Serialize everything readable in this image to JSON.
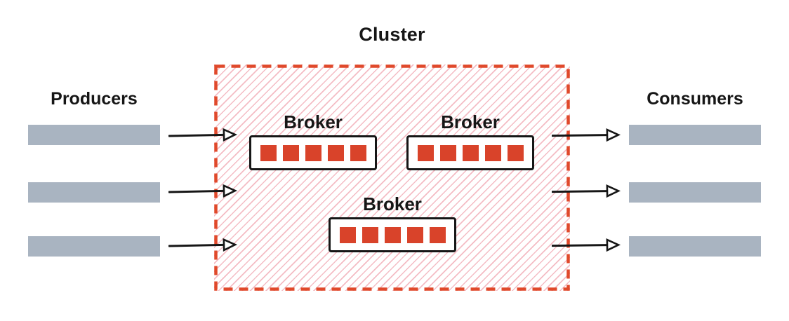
{
  "diagram": {
    "title": "Cluster",
    "producers": {
      "label": "Producers",
      "count": 3
    },
    "consumers": {
      "label": "Consumers",
      "count": 3
    },
    "brokers": [
      {
        "label": "Broker",
        "partitions": 5
      },
      {
        "label": "Broker",
        "partitions": 5
      },
      {
        "label": "Broker",
        "partitions": 5
      }
    ],
    "flows": {
      "producer_arrows": 3,
      "consumer_arrows": 3,
      "direction": "left-to-right"
    },
    "colors": {
      "accent": "#E0492B",
      "partition_red": "#D9432A",
      "hatch_pink": "#F4BCC4",
      "bar_gray": "#A9B4C1",
      "ink": "#161616"
    }
  }
}
